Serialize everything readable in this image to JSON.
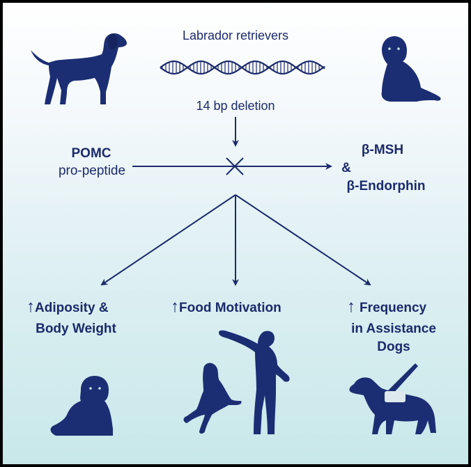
{
  "top": {
    "breed": "Labrador retrievers",
    "mutation": "14 bp deletion"
  },
  "left_node": {
    "title": "POMC",
    "subtitle": "pro-peptide"
  },
  "right_node": {
    "line1": "β-MSH",
    "line2": "&",
    "line3": "β-Endorphin"
  },
  "outcomes": [
    {
      "line1": "Adiposity &",
      "line2": "Body Weight"
    },
    {
      "line1": "Food Motivation"
    },
    {
      "line1": "Frequency",
      "line2": "in Assistance",
      "line3": "Dogs"
    }
  ],
  "increase_symbol": "↑",
  "icons": [
    "standing-dog-icon",
    "dna-helix-icon",
    "sitting-dog-icon",
    "sitting-dog-icon",
    "person-with-jumping-dog-icon",
    "guide-dog-icon"
  ],
  "colors": {
    "ink": "#1b2a6b",
    "silhouette": "#1c2e73",
    "background_top": "#ffffff",
    "background_bottom": "#c8e8ea",
    "frame": "#000000"
  }
}
